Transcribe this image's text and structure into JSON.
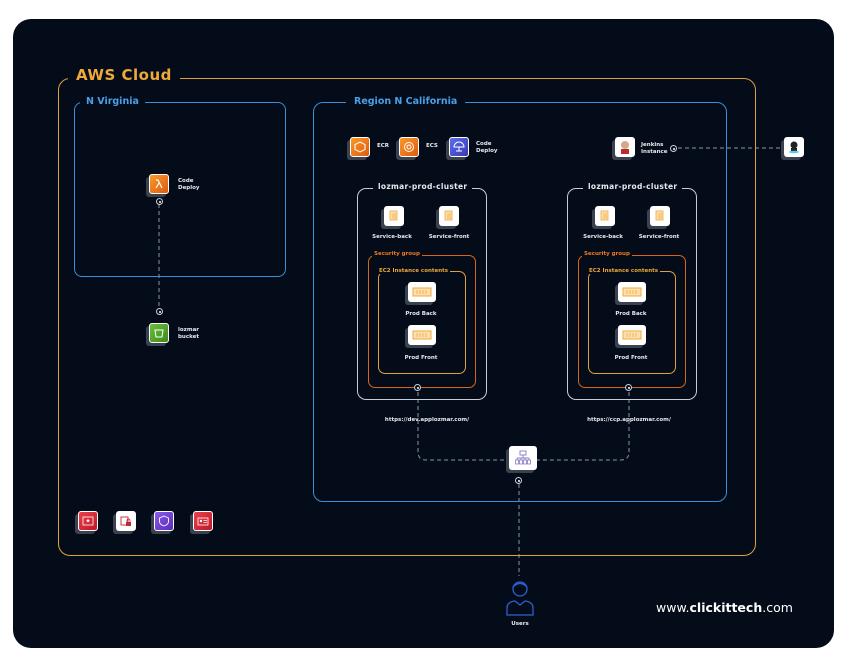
{
  "diagram": {
    "aws_cloud": {
      "title": "AWS Cloud",
      "color": "#f0a838"
    },
    "n_virginia": {
      "title": "N Virginia",
      "color": "#4aa0e8",
      "services": [
        {
          "name": "Code Deploy",
          "line1": "Code",
          "line2": "Deploy",
          "icon": "lambda-icon"
        }
      ]
    },
    "s3": {
      "line1": "lozmar",
      "line2": "bucket",
      "icon": "s3-bucket-icon"
    },
    "n_california": {
      "title": "Region N California",
      "color": "#4aa0e8",
      "top_services": [
        {
          "label": "ECR",
          "icon": "ecr-icon"
        },
        {
          "label": "ECS",
          "icon": "ecs-icon"
        },
        {
          "line1": "Code",
          "line2": "Deploy",
          "icon": "codedeploy-icon"
        }
      ],
      "jenkins": {
        "line1": "Jenkins",
        "line2": "Instance",
        "icon": "jenkins-icon"
      },
      "clusters": [
        {
          "title": "lozmar-prod-cluster",
          "services": [
            "Service-back",
            "Service-front"
          ],
          "security_group": "Security group",
          "ec2_title": "EC2 Instance contents",
          "instances": [
            "Prod Back",
            "Prod Front"
          ],
          "url": "https://dev.applozmar.com/"
        },
        {
          "title": "lozmar-prod-cluster",
          "services": [
            "Service-back",
            "Service-front"
          ],
          "security_group": "Security group",
          "ec2_title": "EC2 Instance contents",
          "instances": [
            "Prod Back",
            "Prod Front"
          ],
          "url": "https://ccp.applozmar.com/"
        }
      ]
    },
    "github": {
      "icon": "github-icon"
    },
    "load_balancer": {
      "icon": "load-balancer-icon"
    },
    "bottom_icons": [
      "certificate-manager-icon",
      "secrets-lock-icon",
      "shield-icon",
      "iam-badge-icon"
    ],
    "users": {
      "label": "Users",
      "icon": "user-icon"
    },
    "brand": {
      "prefix": "www.",
      "name": "clickittech",
      "suffix": ".com"
    },
    "colors": {
      "background": "#030c18",
      "orange": "#e0a040",
      "blue": "#3a8fd8",
      "security_group": "#d8651a",
      "cluster_border": "#c8ccd4"
    }
  }
}
